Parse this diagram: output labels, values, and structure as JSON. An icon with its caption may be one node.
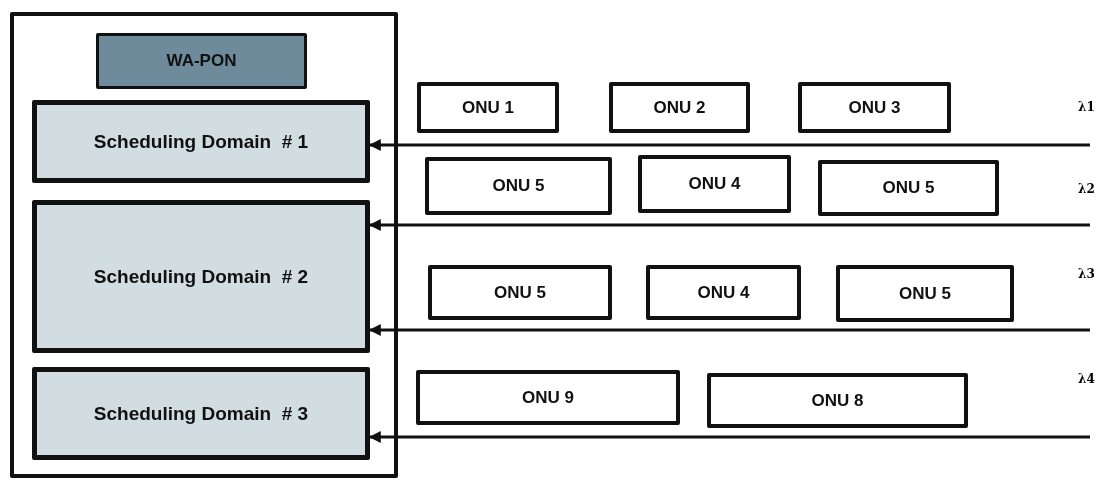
{
  "diagram": {
    "nodes": [
      {
        "text": [],
        "shape": "box"
      },
      {
        "text": [
          "WA-PON"
        ],
        "in": 0
      },
      {
        "text": [
          "Scheduling Domain  # 1"
        ],
        "in": 0
      },
      {
        "text": [
          "Scheduling Domain  # 2"
        ],
        "in": 0
      },
      {
        "text": [
          "Scheduling Domain  # 3"
        ],
        "in": 0
      },
      {
        "text": [
          "ONU 1"
        ]
      },
      {
        "text": [
          "ONU 2"
        ]
      },
      {
        "text": [
          "ONU 3"
        ]
      },
      {
        "text": [
          "ONU 5"
        ]
      },
      {
        "text": [
          "ONU 4"
        ]
      },
      {
        "text": [
          "ONU 5"
        ]
      },
      {
        "text": [
          "ONU 5"
        ]
      },
      {
        "text": [
          "ONU 4"
        ]
      },
      {
        "text": [
          "ONU 5"
        ]
      },
      {
        "text": [
          "ONU 9"
        ]
      },
      {
        "text": [
          "ONU 8"
        ]
      }
    ],
    "edges": [
      {
        "from": null,
        "to": 2,
        "arrow": "to"
      },
      {
        "from": null,
        "to": 3,
        "arrow": "to"
      },
      {
        "from": null,
        "to": 3,
        "arrow": "to"
      },
      {
        "from": null,
        "to": 4,
        "arrow": "to"
      }
    ],
    "labels": [
      "λ1",
      "λ2",
      "λ3",
      "λ4"
    ]
  }
}
